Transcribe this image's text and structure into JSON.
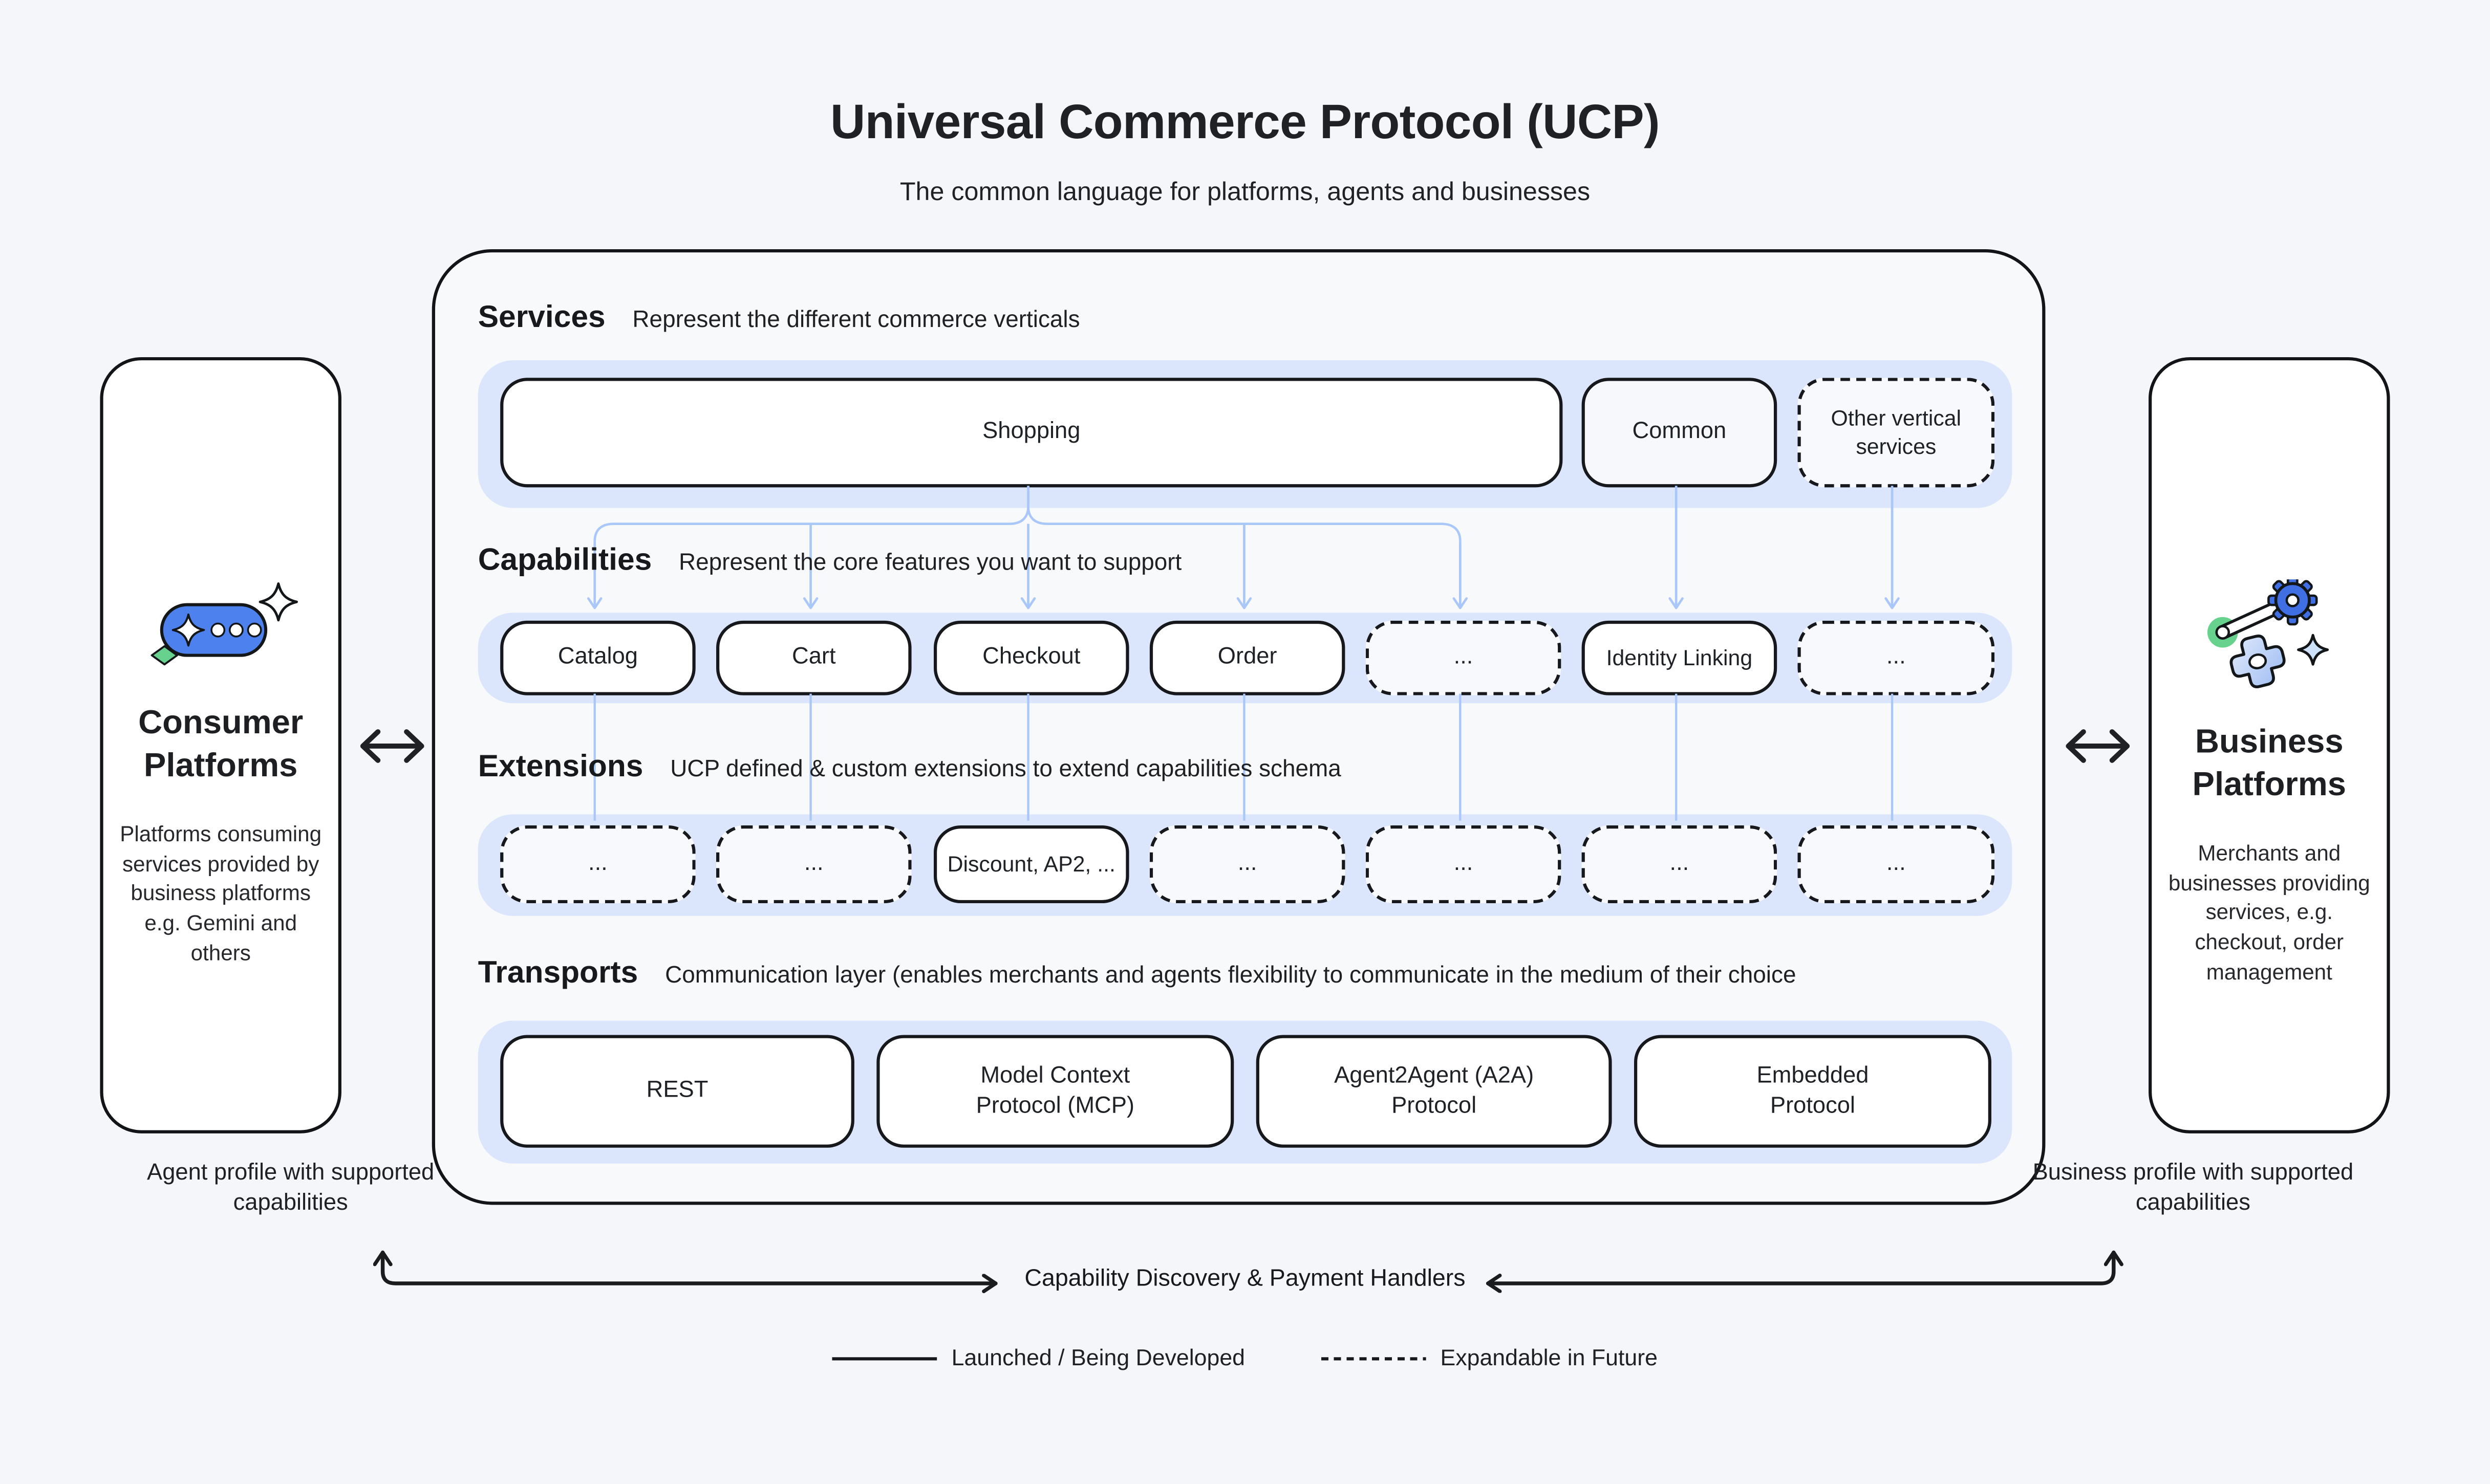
{
  "page": {
    "title": "Universal Commerce Protocol (UCP)",
    "subtitle": "The common language for platforms, agents and businesses"
  },
  "left_panel": {
    "title": "Consumer Platforms",
    "description": "Platforms consuming services provided by business platforms e.g. Gemini and others",
    "profile_label": "Agent profile with supported capabilities"
  },
  "right_panel": {
    "title": "Business Platforms",
    "description": "Merchants and businesses providing services, e.g. checkout, order management",
    "profile_label": "Business profile with supported capabilities"
  },
  "ucp": {
    "services": {
      "heading": "Services",
      "description": "Represent the different commerce verticals",
      "items": [
        {
          "label": "Shopping",
          "style": "solid"
        },
        {
          "label": "Common",
          "style": "solid"
        },
        {
          "label": "Other vertical services",
          "style": "dashed"
        }
      ]
    },
    "capabilities": {
      "heading": "Capabilities",
      "description": "Represent the core features you want to support",
      "items": [
        {
          "label": "Catalog",
          "style": "solid"
        },
        {
          "label": "Cart",
          "style": "solid"
        },
        {
          "label": "Checkout",
          "style": "solid"
        },
        {
          "label": "Order",
          "style": "solid"
        },
        {
          "label": "...",
          "style": "dashed"
        },
        {
          "label": "Identity Linking",
          "style": "solid"
        },
        {
          "label": "...",
          "style": "dashed"
        }
      ]
    },
    "extensions": {
      "heading": "Extensions",
      "description": "UCP defined & custom extensions to extend capabilities schema",
      "items": [
        {
          "label": "...",
          "style": "dashed"
        },
        {
          "label": "...",
          "style": "dashed"
        },
        {
          "label": "Discount, AP2, ...",
          "style": "solid"
        },
        {
          "label": "...",
          "style": "dashed"
        },
        {
          "label": "...",
          "style": "dashed"
        },
        {
          "label": "...",
          "style": "dashed"
        },
        {
          "label": "...",
          "style": "dashed"
        }
      ]
    },
    "transports": {
      "heading": "Transports",
      "description": "Communication layer (enables merchants and agents flexibility to communicate in the medium of their choice",
      "items": [
        {
          "label": "REST",
          "style": "solid"
        },
        {
          "label": "Model Context Protocol (MCP)",
          "style": "solid"
        },
        {
          "label": "Agent2Agent (A2A) Protocol",
          "style": "solid"
        },
        {
          "label": "Embedded Protocol",
          "style": "solid"
        }
      ]
    }
  },
  "footer": {
    "discovery_label": "Capability Discovery & Payment Handlers",
    "legend_solid": "Launched / Being Developed",
    "legend_dashed": "Expandable in Future"
  },
  "colors": {
    "band": "#dbe6fc",
    "arrow_blue": "#a9c7f8",
    "pill_blue": "#4d82ee",
    "green": "#67d28d",
    "gear_blue": "#3f6fe3",
    "ink": "#17181a"
  }
}
